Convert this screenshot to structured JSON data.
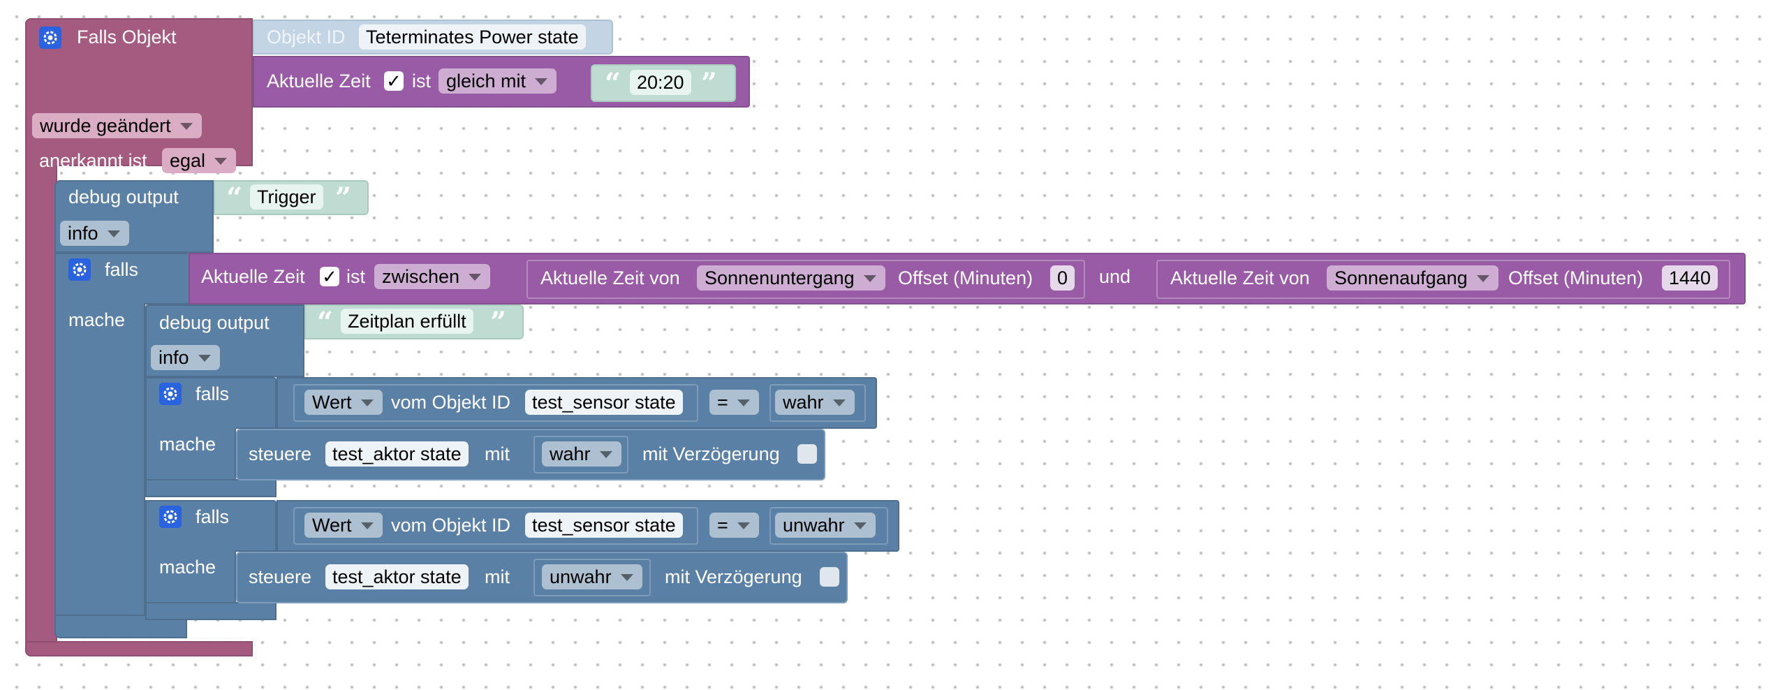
{
  "trigger": {
    "title": "Falls Objekt",
    "object_id_label": "Objekt ID",
    "object_id_value": "Teterminates Power state",
    "mode": "wurde geändert",
    "ack_label": "anerkannt ist",
    "ack_value": "egal"
  },
  "time_compare": {
    "label": "Aktuelle Zeit",
    "checked": "✓",
    "is_label": "ist",
    "operator": "gleich mit",
    "value": "20:20"
  },
  "debug1": {
    "label": "debug output",
    "text": "Trigger",
    "level": "info"
  },
  "if1": {
    "falls": "falls",
    "mache": "mache",
    "time_label": "Aktuelle Zeit",
    "checked": "✓",
    "is_label": "ist",
    "operator": "zwischen",
    "from_label": "Aktuelle Zeit von",
    "from_event": "Sonnenuntergang",
    "offset_label": "Offset (Minuten)",
    "from_offset": "0",
    "and_label": "und",
    "to_label": "Aktuelle Zeit von",
    "to_event": "Sonnenaufgang",
    "to_offset_label": "Offset (Minuten)",
    "to_offset": "1440"
  },
  "debug2": {
    "label": "debug output",
    "text": "Zeitplan erfüllt",
    "level": "info"
  },
  "if2": {
    "falls": "falls",
    "mache": "mache",
    "value_dd": "Wert",
    "object_label": "vom Objekt ID",
    "object_id": "test_sensor state",
    "operator": "=",
    "compare": "wahr",
    "set_label": "steuere",
    "set_object": "test_aktor state",
    "with_label": "mit",
    "set_value": "wahr",
    "delay_label": "mit Verzögerung"
  },
  "if3": {
    "falls": "falls",
    "mache": "mache",
    "value_dd": "Wert",
    "object_label": "vom Objekt ID",
    "object_id": "test_sensor state",
    "operator": "=",
    "compare": "unwahr",
    "set_label": "steuere",
    "set_object": "test_aktor state",
    "with_label": "mit",
    "set_value": "unwahr",
    "delay_label": "mit Verzögerung"
  }
}
